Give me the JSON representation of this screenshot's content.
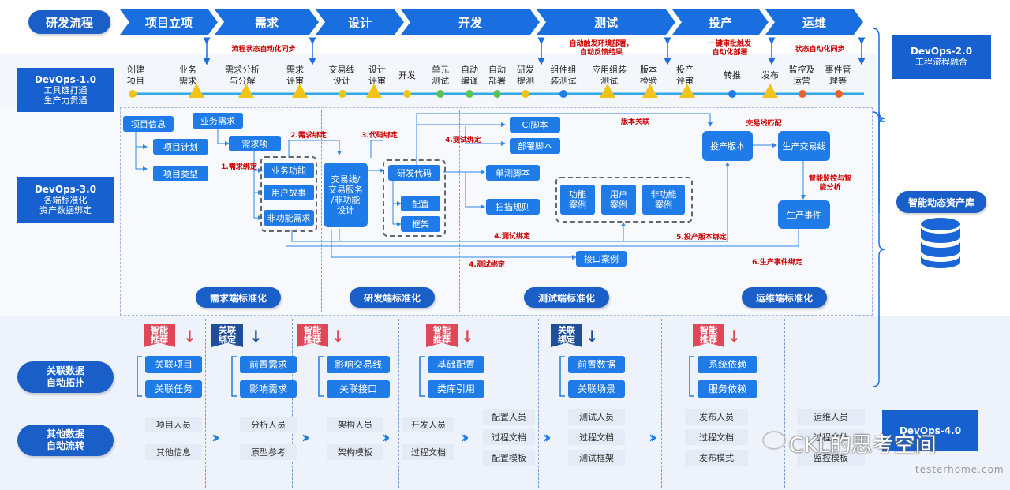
{
  "header": {
    "process_label": "研发流程",
    "phases": [
      "项目立项",
      "需求",
      "设计",
      "开发",
      "测试",
      "投产",
      "运维"
    ]
  },
  "stage_notes": {
    "req": "流程状态自动化同步",
    "test": "自动触发环境部署，\n自动反馈结果",
    "deploy": "一键审批触发\n自动化部署",
    "ops": "状态自动化同步"
  },
  "steps": [
    "创建\n项目",
    "业务\n需求",
    "需求分析\n与分解",
    "需求\n评审",
    "交易线\n设计",
    "设计\n评审",
    "开发",
    "单元\n测试",
    "自动\n编译",
    "自动\n部署",
    "研发\n提测",
    "组件组\n装测试",
    "应用组装\n测试",
    "版本\n检验",
    "投产\n评审",
    "转推",
    "发布",
    "监控及\n运营",
    "事件管\n理等"
  ],
  "devops": {
    "v1": {
      "title": "DevOps-1.0",
      "line1": "工具链打通",
      "line2": "生产力贯通"
    },
    "v2": {
      "title": "DevOps-2.0",
      "line1": "工程流程融合"
    },
    "v3": {
      "title": "DevOps-3.0",
      "line1": "各端标准化",
      "line2": "资产数据绑定"
    },
    "v4": {
      "title": "DevOps-4.0"
    }
  },
  "assets": {
    "label": "智能动态资产库",
    "requirement": {
      "project_info": "项目信息",
      "project_plan": "项目计划",
      "project_type": "项目类型",
      "business_req": "业务需求",
      "req_item": "需求项",
      "biz_function": "业务功能",
      "user_story": "用户故事",
      "non_func_req": "非功能需求"
    },
    "design": {
      "trade_design": "交易线/\n交易服务\n/非功能\n设计"
    },
    "dev": {
      "dev_code": "研发代码",
      "config": "配置",
      "framework": "框架",
      "ci_script": "CI脚本",
      "deploy_script": "部署脚本",
      "unit_script": "单测脚本",
      "scan_rules": "扫描规则",
      "interface_case": "接口案例"
    },
    "test": {
      "func_case": "功能\n案例",
      "user_case": "用户\n案例",
      "nonfunc_case": "非功能\n案例"
    },
    "ops": {
      "release_version": "投产版本",
      "prod_trade_line": "生产交易线",
      "prod_event": "生产事件"
    },
    "bindings": {
      "b1": "1.需求绑定",
      "b2": "2.需求绑定",
      "b3": "3.代码绑定",
      "b4a": "4.测试绑定",
      "b4b": "4.测试绑定",
      "b4c": "4.测试绑定",
      "b5": "5.投产版本绑定",
      "b6": "6.生产事件绑定",
      "version_link": "版本关联",
      "trade_match": "交易线匹配",
      "smart_monitor": "智能监控与智\n能分析"
    },
    "standards": [
      "需求端标准化",
      "研发端标准化",
      "测试端标准化",
      "运维端标准化"
    ]
  },
  "topology": {
    "label": "关联数据\n自动拓扑",
    "tag_recommend": "智能\n推荐",
    "tag_bind": "关联\n绑定",
    "groups": [
      [
        "关联项目",
        "关联任务"
      ],
      [
        "前置需求",
        "影响需求"
      ],
      [
        "影响交易线",
        "关联接口"
      ],
      [
        "基础配置",
        "类库引用"
      ],
      [
        "前置数据",
        "关联场景"
      ],
      [
        "系统依赖",
        "服务依赖"
      ]
    ]
  },
  "flow": {
    "label": "其他数据\n自动流转",
    "cols": [
      [
        "项目人员",
        "其他信息"
      ],
      [
        "分析人员",
        "原型参考"
      ],
      [
        "架构人员",
        "架构模板"
      ],
      [
        "开发人员",
        "过程文档"
      ],
      [
        "配置人员",
        "过程文档",
        "配置模板"
      ],
      [
        "测试人员",
        "过程文档",
        "测试框架"
      ],
      [
        "发布人员",
        "过程文档",
        "发布模式"
      ],
      [
        "运维人员",
        "过程文档",
        "监控模板"
      ]
    ]
  },
  "watermark": {
    "main": "CKL的思考空间",
    "sub": "testerhome.com"
  }
}
